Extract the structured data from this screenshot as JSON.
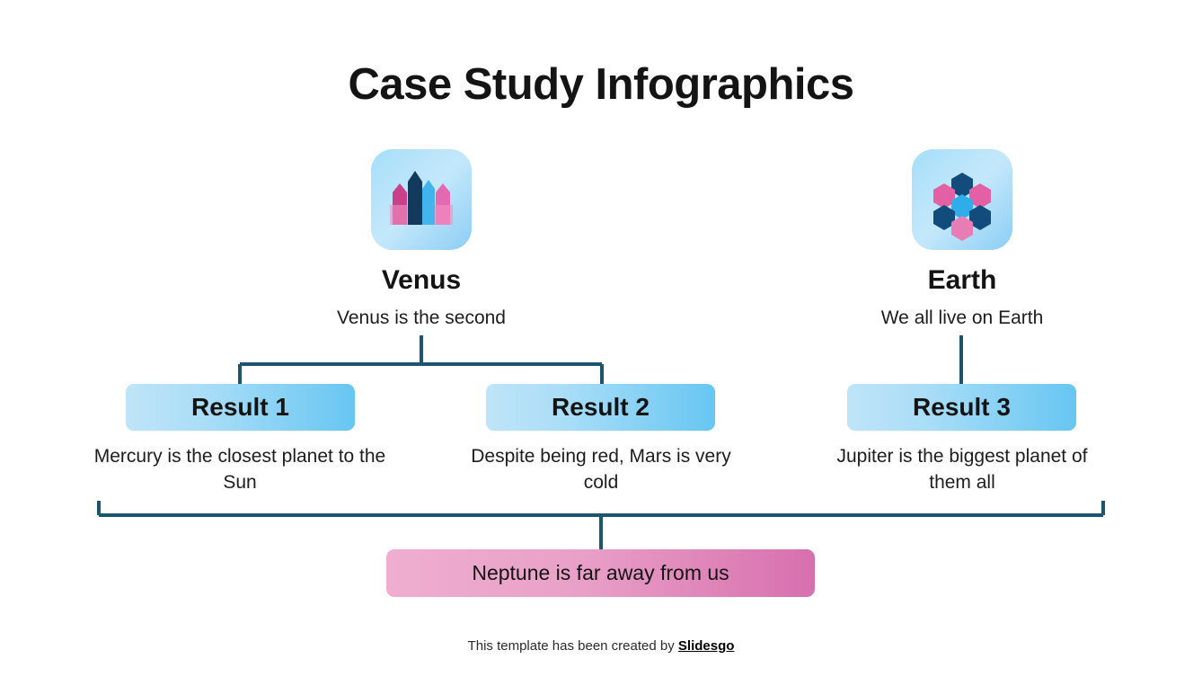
{
  "slide": {
    "title": "Case Study Infographics",
    "background_color": "#ffffff",
    "line_color": "#1d556e"
  },
  "branches": [
    {
      "icon_name": "buildings-icon",
      "title": "Venus",
      "subtitle": "Venus is the second"
    },
    {
      "icon_name": "hexagons-icon",
      "title": "Earth",
      "subtitle": "We all live on Earth"
    }
  ],
  "results": [
    {
      "label": "Result 1",
      "caption": "Mercury is the closest planet to the Sun",
      "accent": "#67c6f2"
    },
    {
      "label": "Result 2",
      "caption": "Despite being red, Mars is very cold",
      "accent": "#67c6f2"
    },
    {
      "label": "Result 3",
      "caption": "Jupiter is the biggest planet of them all",
      "accent": "#67c6f2"
    }
  ],
  "summary": {
    "label": "Neptune is far away from us",
    "accent": "#d76fae"
  },
  "footer": {
    "text": "This template has been created by ",
    "brand": "Slidesgo"
  }
}
